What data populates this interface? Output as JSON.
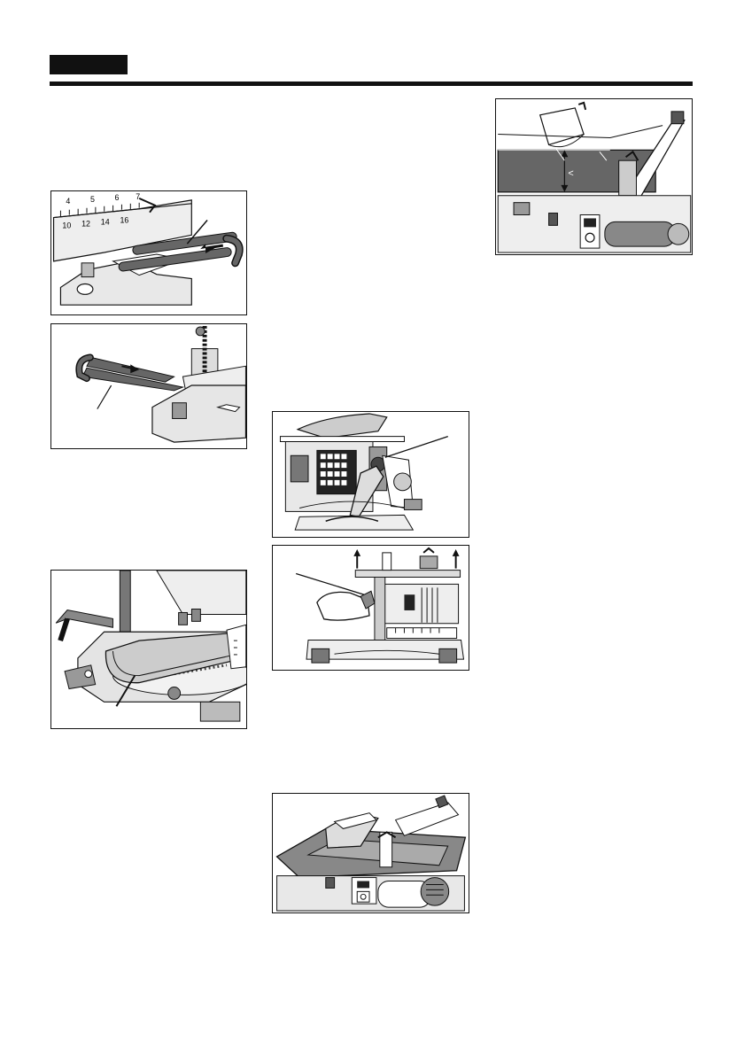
{
  "page": {
    "header_tab_color": "#111111",
    "rule_color": "#111111"
  },
  "figures": {
    "fig1": {
      "scale_numbers": [
        "4",
        "5",
        "6",
        "7",
        "10",
        "12",
        "14",
        "16"
      ]
    },
    "fig7": {
      "mark": "<"
    }
  }
}
